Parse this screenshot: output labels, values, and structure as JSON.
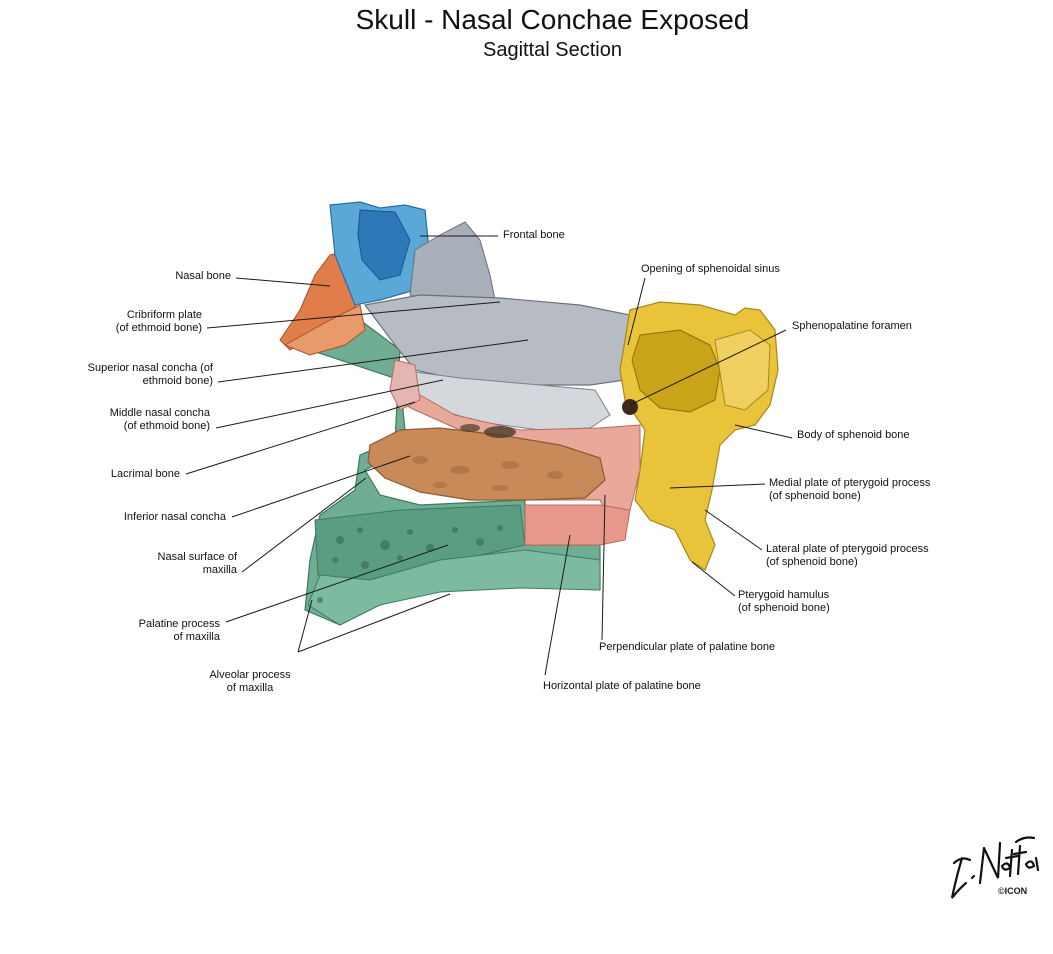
{
  "header": {
    "title": "Skull - Nasal Conchae Exposed",
    "subtitle": "Sagittal Section"
  },
  "labels": {
    "frontal_bone": "Frontal bone",
    "opening_sphenoidal_sinus": "Opening of sphenoidal sinus",
    "sphenopalatine_foramen": "Sphenopalatine foramen",
    "body_sphenoid": "Body of sphenoid bone",
    "medial_plate": [
      "Medial plate of pterygoid process",
      "(of sphenoid bone)"
    ],
    "lateral_plate": [
      "Lateral plate of pterygoid process",
      "(of sphenoid bone)"
    ],
    "pterygoid_hamulus": [
      "Pterygoid hamulus",
      "(of sphenoid bone)"
    ],
    "perpendicular_plate": "Perpendicular plate of  palatine bone",
    "horizontal_plate": "Horizontal plate of palatine bone",
    "nasal_bone": "Nasal bone",
    "cribriform_plate": [
      "Cribriform plate",
      "(of ethmoid bone)"
    ],
    "superior_concha": [
      "Superior nasal concha (of",
      "ethmoid bone)"
    ],
    "middle_concha": [
      "Middle nasal concha",
      "(of ethmoid bone)"
    ],
    "lacrimal_bone": "Lacrimal bone",
    "inferior_concha": "Inferior nasal concha",
    "nasal_surface_maxilla": [
      "Nasal surface of",
      "maxilla"
    ],
    "palatine_process": [
      "Palatine process",
      "of maxilla"
    ],
    "alveolar_process": [
      "Alveolar process",
      "of maxilla"
    ]
  },
  "signature": {
    "text": "F. Netter M.D.",
    "copyright": "©ICON"
  },
  "colors": {
    "frontal_blue": "#5aa8d8",
    "sinus_blue": "#2e78b8",
    "ethmoid_gray": "#a9afb8",
    "concha_light": "#c9cdd3",
    "nasal_orange": "#e07d4a",
    "maxilla_green": "#6fae94",
    "palatine_pink": "#e8988a",
    "inferior_tan": "#c98a5a",
    "sphenoid_yellow": "#e9c43a"
  }
}
